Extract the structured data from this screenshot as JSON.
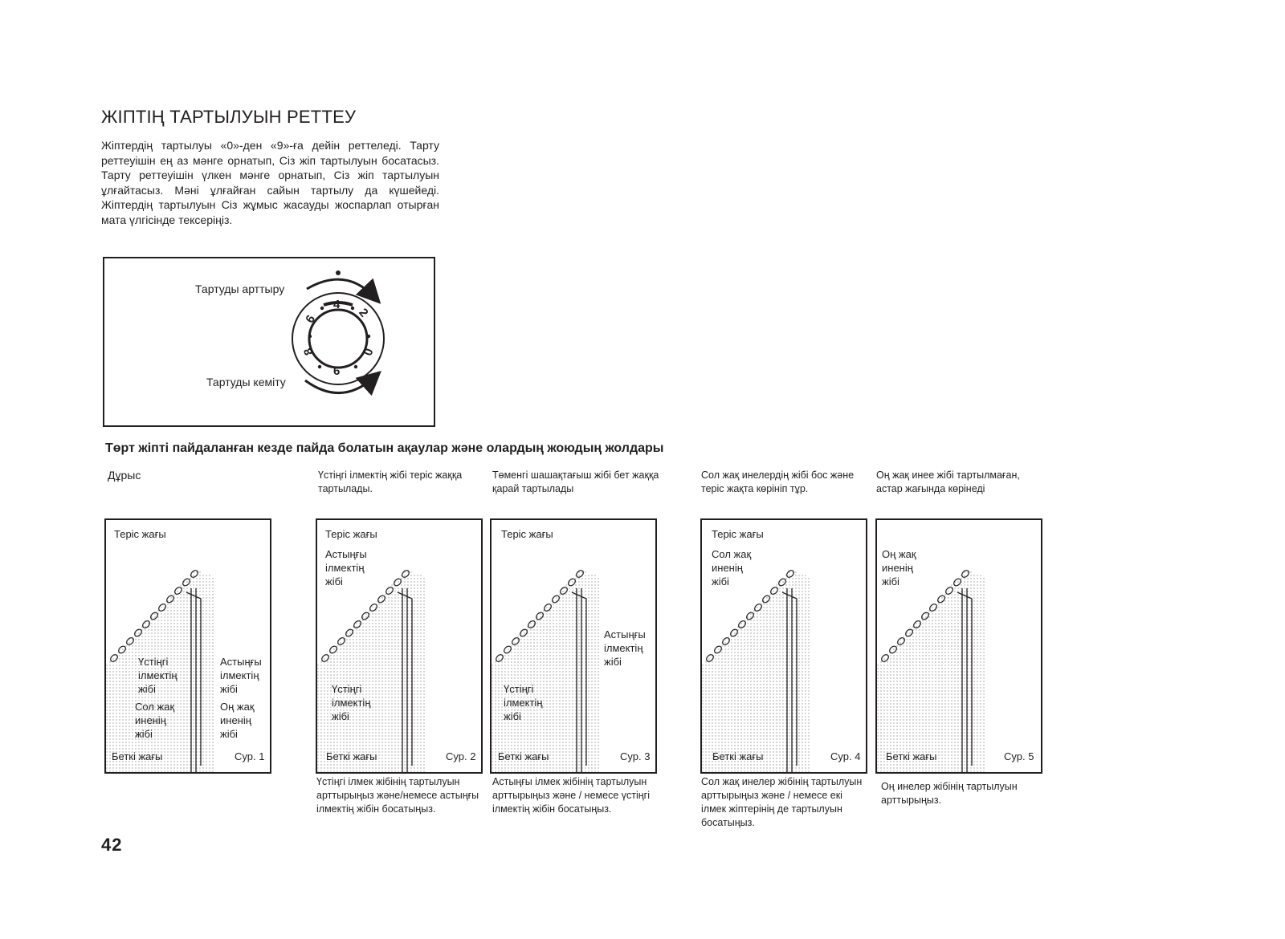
{
  "page": {
    "title": "ЖІПТІҢ ТАРТЫЛУЫН РЕТТЕУ",
    "intro": "Жіптердің тартылуы «0»-ден «9»-ға дейін реттеледі. Тарту реттеуішін ең аз мәнге орнатып, Сіз жіп тартылуын босатасыз. Тарту реттеуішін үлкен мәнге орнатып, Сіз жіп тартылуын ұлғайтасыз. Мәні ұлғайған сайын тартылу да күшейеді. Жіптердің тартылуын Сіз жұмыс жасауды жоспарлап отырған мата үлгісінде тексеріңіз.",
    "page_number": "42"
  },
  "dial": {
    "increase_label": "Тартуды арттыру",
    "decrease_label": "Тартуды кеміту",
    "numbers": [
      "4",
      "2",
      "0",
      "6",
      "8",
      "6"
    ]
  },
  "section": {
    "heading": "Төрт жіпті пайдаланған кезде пайда болатын ақаулар және олардың жоюдың жолдары"
  },
  "figures": [
    {
      "caption_above": "Дұрыс",
      "top_label": "Теріс жағы",
      "labels": [
        "Үстіңгі ілмектің жібі",
        "Астыңғы ілмектің жібі",
        "Сол жақ иненің жібі",
        "Оң жақ иненің жібі"
      ],
      "bottom_left": "Беткі жағы",
      "fig_no": "Сур. 1",
      "caption_below": ""
    },
    {
      "caption_above": "Үстіңгі ілмектің жібі теріс жаққа тартылады.",
      "top_label": "Теріс жағы",
      "labels": [
        "Астыңғы ілмектің жібі",
        "Үстіңгі ілмектің жібі"
      ],
      "bottom_left": "Беткі жағы",
      "fig_no": "Сур. 2",
      "caption_below": "Үстіңгі ілмек жібінің тартылуын арттырыңыз және/немесе астыңғы ілмектің жібін босатыңыз."
    },
    {
      "caption_above": "Төменгі шашақтағыш жібі бет жаққа қарай тартылады",
      "top_label": "Теріс жағы",
      "labels": [
        "Астыңғы ілмектің жібі",
        "Үстіңгі ілмектің жібі"
      ],
      "bottom_left": "Беткі жағы",
      "fig_no": "Сур. 3",
      "caption_below": "Астыңғы ілмек жібінің тартылуын арттырыңыз және / немесе үстіңгі ілмектің жібін босатыңыз."
    },
    {
      "caption_above": "Сол жақ инелердің жібі бос және теріс жақта көрініп тұр.",
      "top_label": "Теріс жағы",
      "labels": [
        "Сол жақ иненің жібі"
      ],
      "bottom_left": "Беткі жағы",
      "fig_no": "Сур. 4",
      "caption_below": "Сол жақ инелер жібінің тартылуын арттырыңыз және / немесе екі ілмек жіптерінің де тартылуын босатыңыз."
    },
    {
      "caption_above": "Оң жақ инее жібі тартылмаған, астар жағында көрінеді",
      "top_label": "",
      "labels": [
        "Оң жақ иненің жібі"
      ],
      "bottom_left": "Беткі жағы",
      "fig_no": "Сур. 5",
      "caption_below": "Оң инелер жібінің тартылуын арттырыңыз."
    }
  ]
}
